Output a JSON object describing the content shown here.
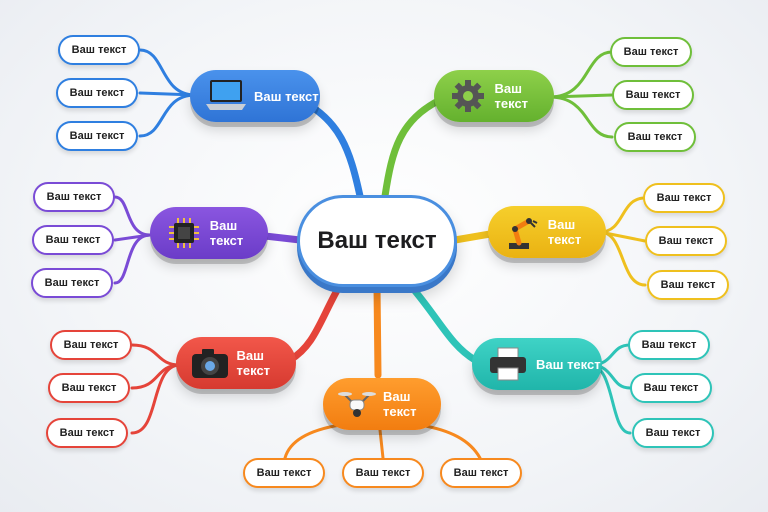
{
  "center": {
    "label": "Ваш текст"
  },
  "branches": [
    {
      "id": "blue",
      "label": "Ваш текст",
      "icon": "laptop-icon",
      "color": "#2f7fe0",
      "leaves": [
        "Ваш текст",
        "Ваш текст",
        "Ваш текст"
      ]
    },
    {
      "id": "green",
      "label": "Ваш текст",
      "icon": "gear-icon",
      "color": "#6fbf3a",
      "leaves": [
        "Ваш текст",
        "Ваш текст",
        "Ваш текст"
      ]
    },
    {
      "id": "purple",
      "label": "Ваш текст",
      "icon": "cpu-chip-icon",
      "color": "#7a4bd6",
      "leaves": [
        "Ваш текст",
        "Ваш текст",
        "Ваш текст"
      ]
    },
    {
      "id": "yellow",
      "label": "Ваш текст",
      "icon": "robot-arm-icon",
      "color": "#efc01e",
      "leaves": [
        "Ваш текст",
        "Ваш текст",
        "Ваш текст"
      ]
    },
    {
      "id": "red",
      "label": "Ваш текст",
      "icon": "camera-icon",
      "color": "#e5443a",
      "leaves": [
        "Ваш текст",
        "Ваш текст",
        "Ваш текст"
      ]
    },
    {
      "id": "teal",
      "label": "Ваш текст",
      "icon": "printer-icon",
      "color": "#2ec4b8",
      "leaves": [
        "Ваш текст",
        "Ваш текст",
        "Ваш текст"
      ]
    },
    {
      "id": "orange",
      "label": "Ваш текст",
      "icon": "drone-icon",
      "color": "#f7891e",
      "leaves": [
        "Ваш текст",
        "Ваш текст",
        "Ваш текст"
      ]
    }
  ]
}
